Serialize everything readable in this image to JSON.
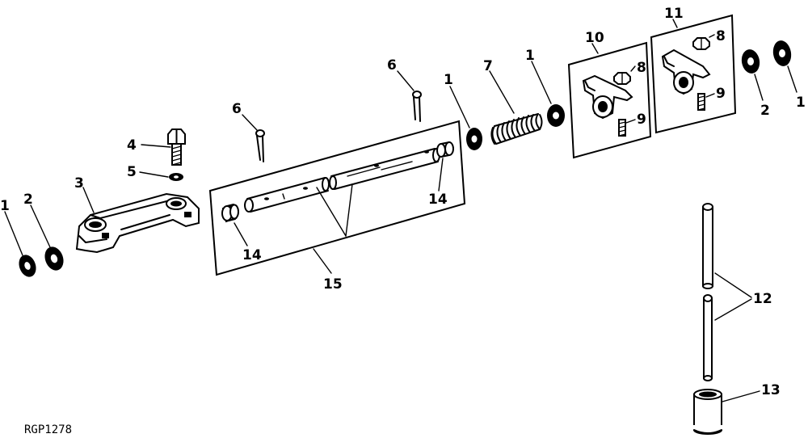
{
  "callouts": {
    "c1_left": "1",
    "c2_left": "2",
    "c3": "3",
    "c4": "4",
    "c5": "5",
    "c6_a": "6",
    "c6_b": "6",
    "c1_mid_a": "1",
    "c7": "7",
    "c1_mid_b": "1",
    "c10": "10",
    "c8_a": "8",
    "c9_a": "9",
    "c11": "11",
    "c8_b": "8",
    "c9_b": "9",
    "c2_right": "2",
    "c1_right": "1",
    "c14_left": "14",
    "c14_right": "14",
    "c15": "15",
    "c12": "12",
    "c13": "13"
  },
  "figure_code": "RGP1278"
}
